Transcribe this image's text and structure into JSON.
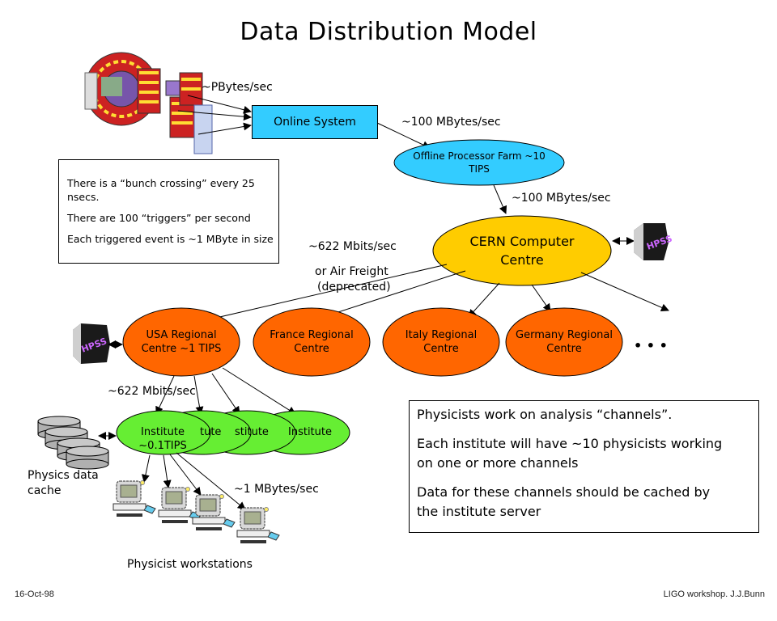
{
  "title": "Data Distribution Model",
  "colors": {
    "online_system": "#33ccff",
    "offline_farm": "#33ccff",
    "cern_centre": "#ffcc00",
    "regional_centre": "#ff6600",
    "institute": "#66ee33",
    "disk": "#b0b0b0"
  },
  "nodes": {
    "detector": {
      "icon": "particle-detector-image"
    },
    "online_system": {
      "label": "Online System"
    },
    "offline_farm": {
      "line1": "Offline Processor Farm ~10",
      "line2": "TIPS"
    },
    "cern": {
      "line1": "CERN Computer",
      "line2": "Centre"
    },
    "hpss_cern": {
      "icon": "hpss-storage-image",
      "label": "HPSS"
    },
    "hpss_usa": {
      "icon": "hpss-storage-image",
      "label": "HPSS"
    },
    "regional_centres": [
      {
        "line1": "USA Regional",
        "line2": "Centre ~1 TIPS"
      },
      {
        "line1": "France Regional",
        "line2": "Centre"
      },
      {
        "line1": "Italy Regional",
        "line2": "Centre"
      },
      {
        "line1": "Germany Regional",
        "line2": "Centre"
      }
    ],
    "more_centres": "• • •",
    "institutes": [
      {
        "line1": "Institute",
        "line2": "~0.1TIPS"
      },
      {
        "line1": "tute",
        "line2": ""
      },
      {
        "line1": "stitute",
        "line2": ""
      },
      {
        "line1": "Institute",
        "line2": ""
      }
    ],
    "data_cache": {
      "line1": "Physics data",
      "line2": "cache"
    },
    "workstations": {
      "label": "Physicist workstations",
      "count": 4
    }
  },
  "links": {
    "detector_to_online": "~PBytes/sec",
    "online_to_offline": "~100 MBytes/sec",
    "offline_to_cern": "~100 MBytes/sec",
    "cern_to_regional": "~622 Mbits/sec",
    "cern_to_regional_alt1": "or Air Freight",
    "cern_to_regional_alt2": "(deprecated)",
    "regional_to_institute": "~622 Mbits/sec",
    "institute_to_workstation": "~1 MBytes/sec"
  },
  "notes": {
    "left": [
      "There is a “bunch crossing” every 25",
      "nsecs.",
      "There are 100 “triggers” per second",
      "Each triggered event is ~1 MByte in size"
    ],
    "right": [
      "Physicists work on analysis “channels”.",
      "Each institute will have ~10 physicists working",
      "on one or more channels",
      "Data for these channels should be cached by",
      "the institute server"
    ]
  },
  "footer": {
    "date": "16-Oct-98",
    "credit": "LIGO workshop. J.J.Bunn"
  }
}
